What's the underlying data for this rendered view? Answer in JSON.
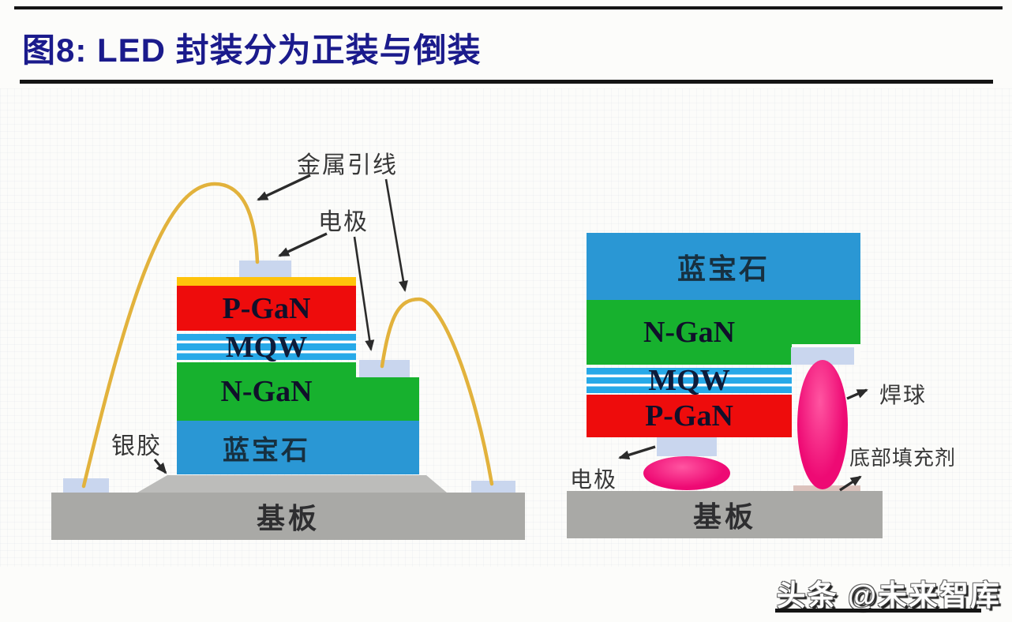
{
  "header": {
    "title": "图8: LED 封装分为正装与倒装"
  },
  "left_diagram": {
    "callout_metal_wire": "金属引线",
    "callout_electrode": "电极",
    "callout_silver_glue": "银胶",
    "layer_p_gan": "P-GaN",
    "layer_mqw": "MQW",
    "layer_n_gan": "N-GaN",
    "layer_sapphire": "蓝宝石",
    "layer_substrate": "基板"
  },
  "right_diagram": {
    "callout_electrode": "电极",
    "callout_solder_ball": "焊球",
    "callout_underfill": "底部填充剂",
    "layer_sapphire": "蓝宝石",
    "layer_n_gan": "N-GaN",
    "layer_mqw": "MQW",
    "layer_p_gan": "P-GaN",
    "layer_substrate": "基板"
  },
  "watermark": {
    "text": "头条 @未来智库"
  },
  "colors": {
    "title_navy": "#1b1b8c",
    "red": "#ee0c0c",
    "green": "#17b12e",
    "sapphire_blue": "#2a97d4",
    "mqw_blue": "#27a9e8",
    "cap_yellow": "#ffc30b",
    "wire_gold": "#e2b23c",
    "pad_lavender": "#c9d6ee",
    "solder_pink": "#ee0a74",
    "solder_pink_light": "#ff55a1",
    "substrate_gray": "#a9a9a6",
    "glue_gray": "#bcbcba",
    "arrow_dark": "#2b2b2b",
    "text_dark": "#10102a",
    "callout_gray": "#383838",
    "rule_black": "#141414"
  }
}
